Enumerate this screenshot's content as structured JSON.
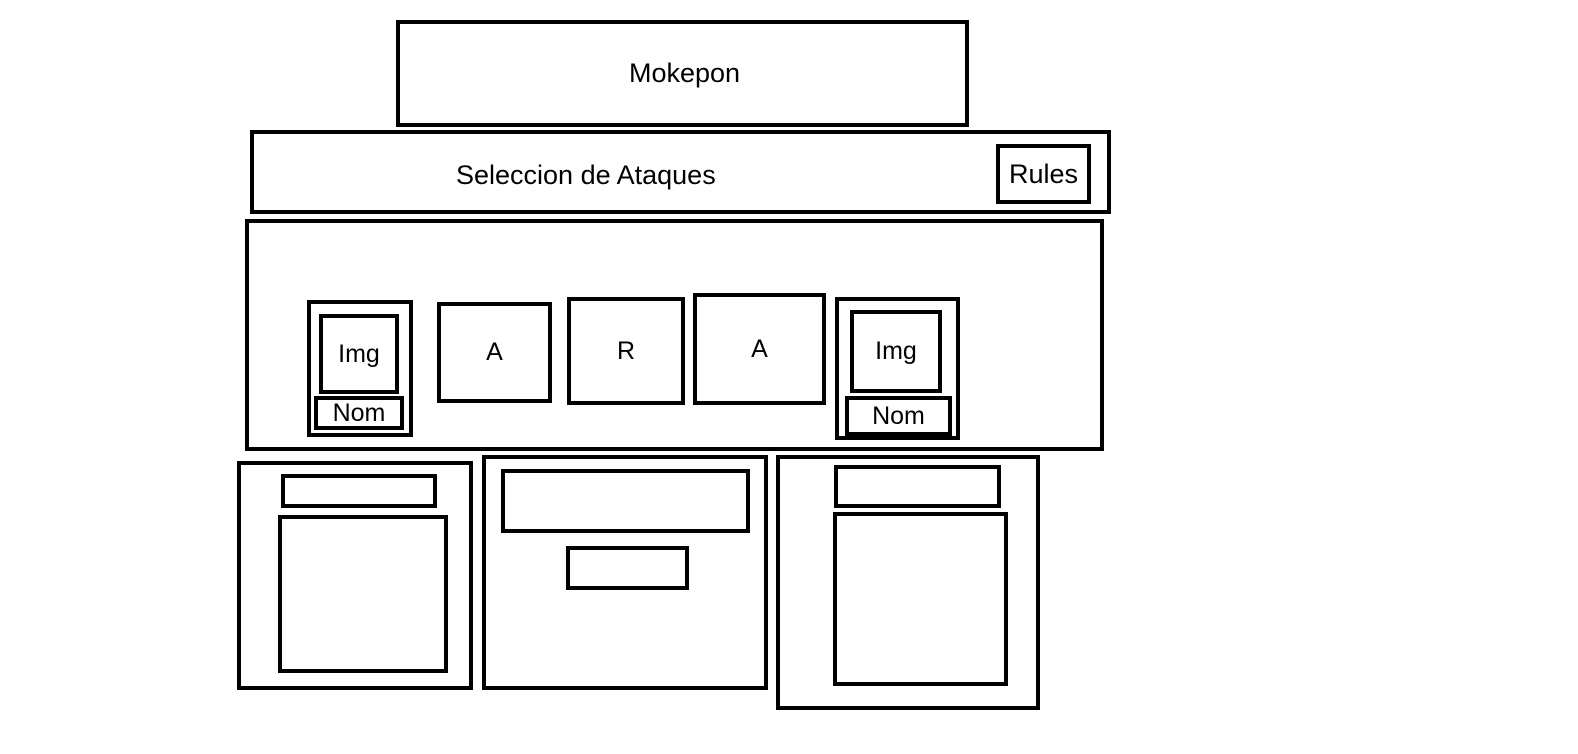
{
  "header": {
    "title": "Mokepon"
  },
  "subheader": {
    "title": "Seleccion de Ataques",
    "rules_button": "Rules"
  },
  "arena": {
    "player": {
      "image_label": "Img",
      "name_label": "Nom"
    },
    "attacks": [
      {
        "label": "A"
      },
      {
        "label": "R"
      },
      {
        "label": "A"
      }
    ],
    "enemy": {
      "image_label": "Img",
      "name_label": "Nom"
    }
  },
  "colors": {
    "stroke": "#000000",
    "background": "#ffffff"
  }
}
